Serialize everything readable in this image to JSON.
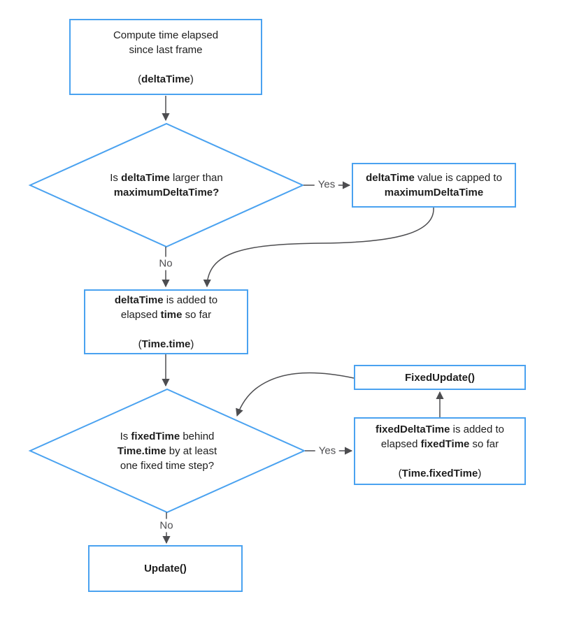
{
  "diagram": {
    "colors": {
      "node_border": "#4AA2F0",
      "connector": "#4D4D50",
      "label_text": "#4D4D50",
      "node_text": "#1E1E1E",
      "background": "#FFFFFF"
    },
    "nodes": {
      "compute_delta": {
        "lines": [
          [
            {
              "t": "Compute time elapsed"
            }
          ],
          [
            {
              "t": "since last frame"
            }
          ],
          [],
          [
            {
              "t": "("
            },
            {
              "t": "deltaTime",
              "b": true
            },
            {
              "t": ")"
            }
          ]
        ]
      },
      "decision_max_delta": {
        "lines": [
          [
            {
              "t": "Is "
            },
            {
              "t": "deltaTime",
              "b": true
            },
            {
              "t": " larger than"
            }
          ],
          [
            {
              "t": "maximumDeltaTime?",
              "b": true
            }
          ]
        ]
      },
      "cap_delta": {
        "lines": [
          [
            {
              "t": "deltaTime",
              "b": true
            },
            {
              "t": " value is capped to"
            }
          ],
          [
            {
              "t": "maximumDeltaTime",
              "b": true
            }
          ]
        ]
      },
      "add_delta": {
        "lines": [
          [
            {
              "t": "deltaTime",
              "b": true
            },
            {
              "t": " is added to"
            }
          ],
          [
            {
              "t": "elapsed "
            },
            {
              "t": "time",
              "b": true
            },
            {
              "t": " so far"
            }
          ],
          [],
          [
            {
              "t": "("
            },
            {
              "t": "Time.time",
              "b": true
            },
            {
              "t": ")"
            }
          ]
        ]
      },
      "decision_fixed": {
        "lines": [
          [
            {
              "t": "Is "
            },
            {
              "t": "fixedTime",
              "b": true
            },
            {
              "t": " behind"
            }
          ],
          [
            {
              "t": "Time.time",
              "b": true
            },
            {
              "t": " by at least"
            }
          ],
          [
            {
              "t": "one fixed time step?"
            }
          ]
        ]
      },
      "fixed_update": {
        "lines": [
          [
            {
              "t": "FixedUpdate()",
              "b": true
            }
          ]
        ]
      },
      "add_fixed_delta": {
        "lines": [
          [
            {
              "t": "fixedDeltaTime",
              "b": true
            },
            {
              "t": " is added to"
            }
          ],
          [
            {
              "t": "elapsed "
            },
            {
              "t": "fixedTime",
              "b": true
            },
            {
              "t": " so far"
            }
          ],
          [],
          [
            {
              "t": "("
            },
            {
              "t": "Time.fixedTime",
              "b": true
            },
            {
              "t": ")"
            }
          ]
        ]
      },
      "update": {
        "lines": [
          [
            {
              "t": "Update()",
              "b": true
            }
          ]
        ]
      }
    },
    "edge_labels": {
      "yes_max": "Yes",
      "no_max": "No",
      "yes_fixed": "Yes",
      "no_fixed": "No"
    }
  }
}
